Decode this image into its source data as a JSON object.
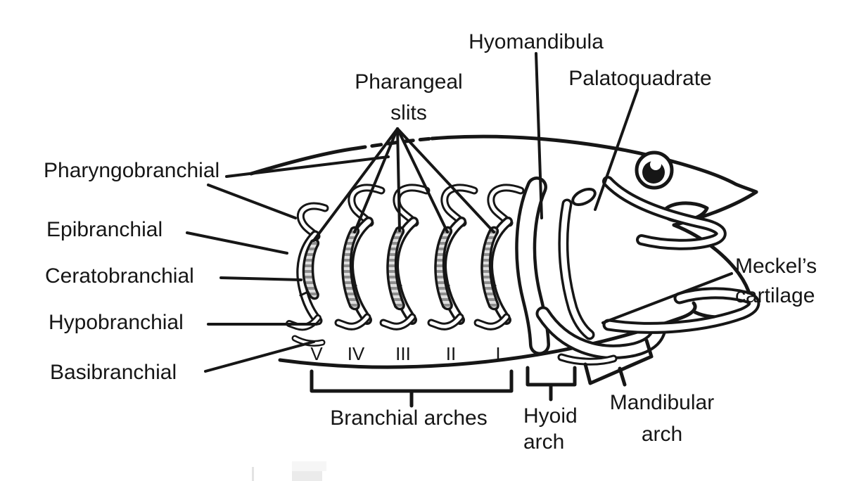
{
  "colors": {
    "ink": "#161616",
    "slit_dark": "#8e8e8e",
    "slit_light": "#dedede",
    "background": "#ffffff"
  },
  "labels": {
    "pharyngobranchial": "Pharyngobranchial",
    "epibranchial": "Epibranchial",
    "ceratobranchial": "Ceratobranchial",
    "hypobranchial": "Hypobranchial",
    "basibranchial": "Basibranchial",
    "pharyngeal_slits": [
      "Pharangeal",
      "slits"
    ],
    "hyomandibula": "Hyomandibula",
    "palatoquadrate": "Palatoquadrate",
    "meckels_cartilage": [
      "Meckel’s",
      "cartilage"
    ],
    "branchial_arches": "Branchial arches",
    "hyoid_arch": [
      "Hyoid",
      "arch"
    ],
    "mandibular_arch": [
      "Mandibular",
      "arch"
    ]
  },
  "arch_numerals": [
    "V",
    "IV",
    "III",
    "II",
    "I"
  ]
}
